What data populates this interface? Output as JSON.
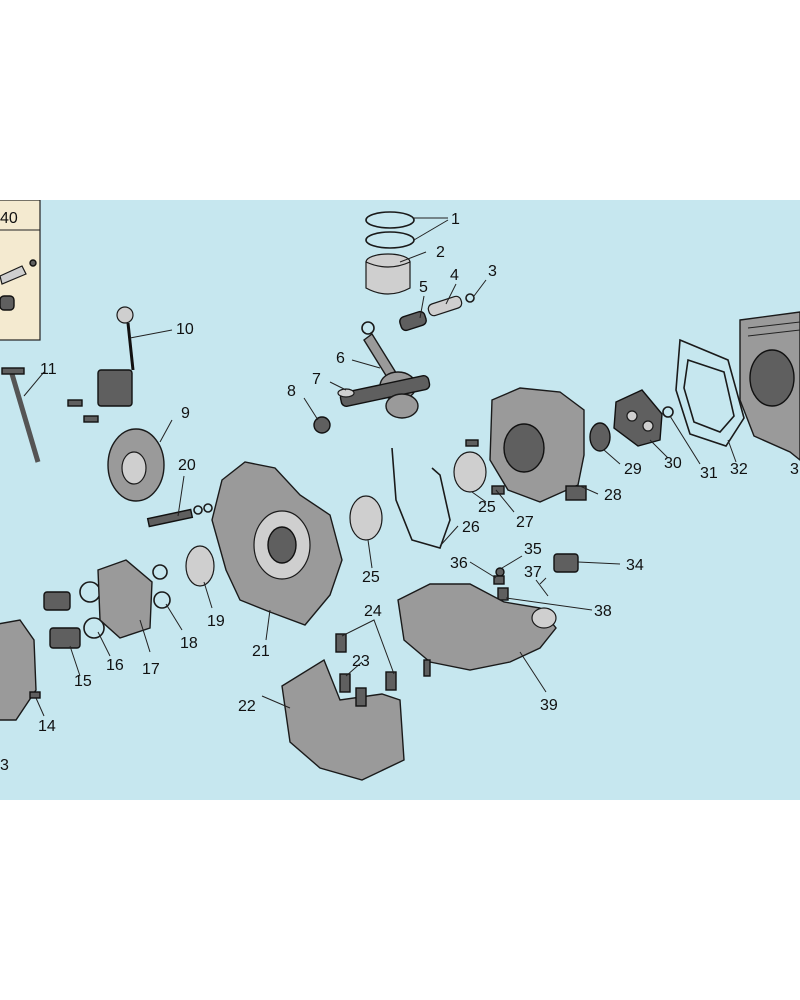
{
  "inset_label": "40",
  "callouts": {
    "c1": "1",
    "c2": "2",
    "c3": "3",
    "c4": "4",
    "c5": "5",
    "c6": "6",
    "c7": "7",
    "c8": "8",
    "c9": "9",
    "c10": "10",
    "c11": "11",
    "c13": "3",
    "c14": "14",
    "c15": "15",
    "c16": "16",
    "c17": "17",
    "c18": "18",
    "c19": "19",
    "c20": "20",
    "c21": "21",
    "c22": "22",
    "c23": "23",
    "c24": "24",
    "c25a": "25",
    "c25b": "25",
    "c26": "26",
    "c27": "27",
    "c28": "28",
    "c29": "29",
    "c30": "30",
    "c31": "31",
    "c32": "32",
    "c33": "3",
    "c34": "34",
    "c35": "35",
    "c36": "36",
    "c37": "37",
    "c38": "38",
    "c39": "39"
  },
  "colors": {
    "background": "#c6e7ef",
    "inset": "#f4ead0",
    "part": "#9a9a9a"
  }
}
